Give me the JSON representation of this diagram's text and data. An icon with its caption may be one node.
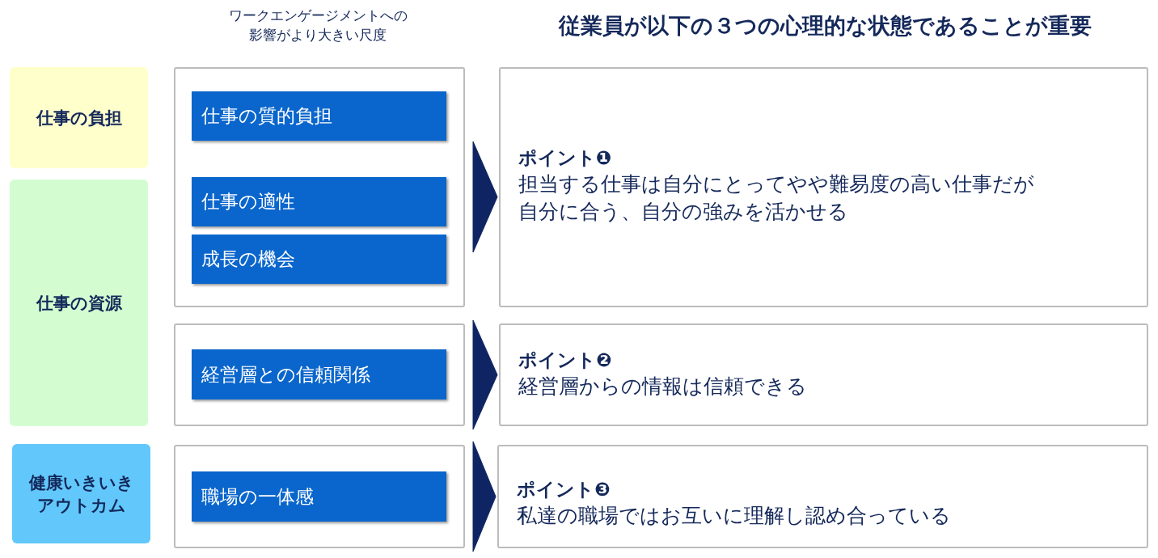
{
  "diagram": {
    "title": "従業員が以下の３つの心理的な状態であることが重要",
    "nodes": [
      {
        "text": [
          "仕事の負担"
        ]
      },
      {
        "text": [
          "仕事の資源"
        ]
      },
      {
        "text": [
          "健康いきいきアウトカム"
        ]
      },
      {
        "text": [],
        "shape": "box"
      },
      {
        "text": [
          "仕事の質的負担"
        ],
        "in": 3
      },
      {
        "text": [
          "仕事の適性"
        ],
        "in": 3
      },
      {
        "text": [
          "成長の機会"
        ],
        "in": 3
      },
      {
        "text": [],
        "shape": "box"
      },
      {
        "text": [
          "経営層との信頼関係"
        ],
        "in": 7
      },
      {
        "text": [],
        "shape": "box"
      },
      {
        "text": [
          "職場の一体感"
        ],
        "in": 9
      },
      {
        "text": [
          "ポイント❶",
          "担当する仕事は自分にとってやや難易度の高い仕事だが自分に合う、自分の強みを活かせる"
        ]
      },
      {
        "text": [
          "ポイント❷",
          "経営層からの情報は信頼できる"
        ]
      },
      {
        "text": [
          "ポイント❸",
          "私達の職場ではお互いに理解し認め合っている"
        ]
      }
    ],
    "edges": [
      {
        "from": 3,
        "to": 11,
        "arrow": "to"
      },
      {
        "from": 7,
        "to": 12,
        "arrow": "to"
      },
      {
        "from": 9,
        "to": 13,
        "arrow": "to"
      }
    ],
    "labels": [
      "ワークエンゲージメントへの影響がより大きい尺度"
    ]
  }
}
